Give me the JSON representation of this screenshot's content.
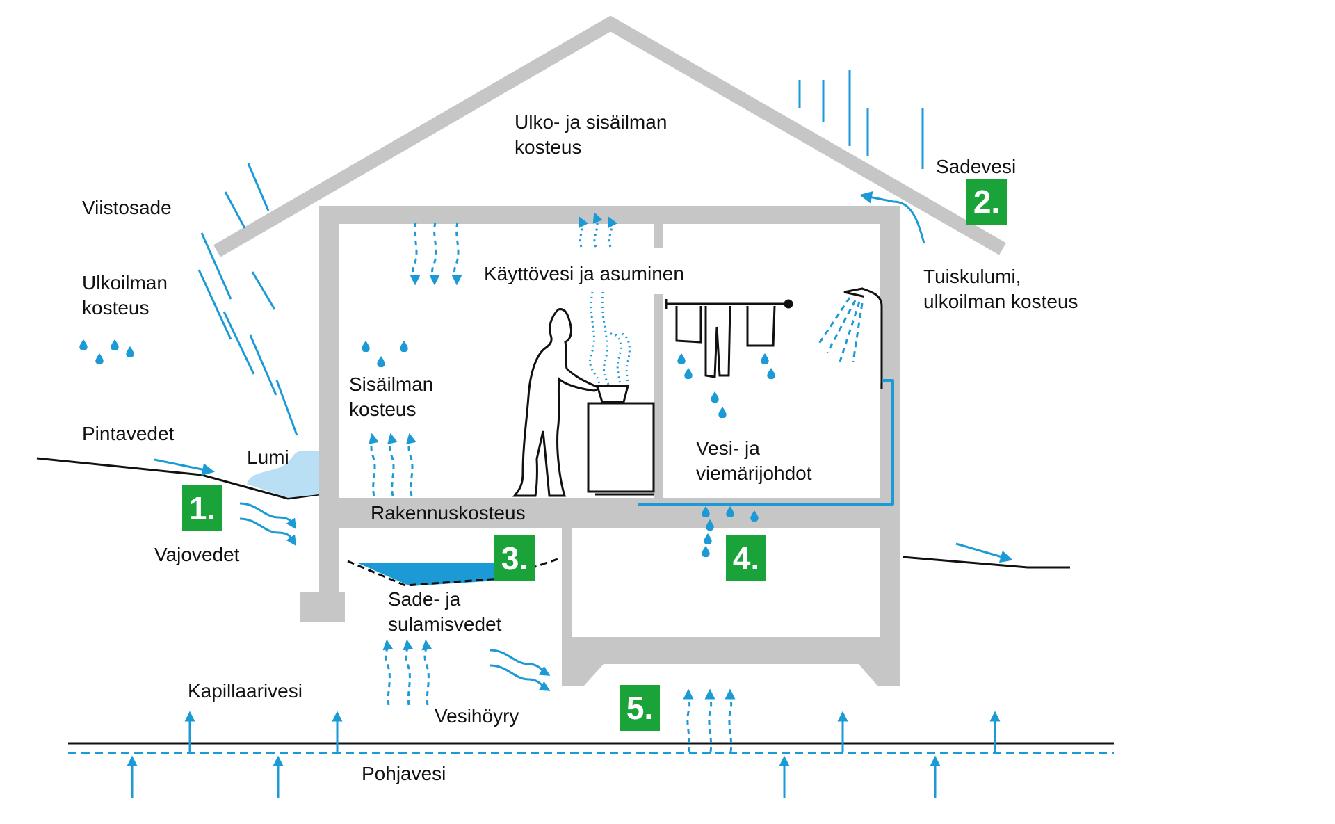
{
  "title": "Rakennuksen kosteuslähteet",
  "colors": {
    "wall": "#c6c6c6",
    "water": "#1b9ad6",
    "snow": "#b9dff5",
    "badge": "#1aa339",
    "ground": "#111111"
  },
  "labels": {
    "roof_space": [
      "Ulko- ja sisäilman",
      "kosteus"
    ],
    "slanting_rain": "Viistosade",
    "outdoor_humidity": [
      "Ulkoilman",
      "kosteus"
    ],
    "surface_water": "Pintavedet",
    "snow": "Lumi",
    "seepage": "Vajovedet",
    "indoor_humidity": [
      "Sisäilman",
      "kosteus"
    ],
    "domestic_water": "Käyttövesi ja asuminen",
    "rain_water": "Sadevesi",
    "drifting_snow": [
      "Tuiskulumi,",
      "ulkoilman kosteus"
    ],
    "pipes": [
      "Vesi- ja",
      "viemärijohdot"
    ],
    "construction_moisture": "Rakennuskosteus",
    "rain_melt_water": [
      "Sade- ja",
      "sulamisvedet"
    ],
    "capillary_water": "Kapillaarivesi",
    "water_vapour": "Vesihöyry",
    "groundwater": "Pohjavesi"
  },
  "badges": [
    "1.",
    "2.",
    "3.",
    "4.",
    "5."
  ]
}
